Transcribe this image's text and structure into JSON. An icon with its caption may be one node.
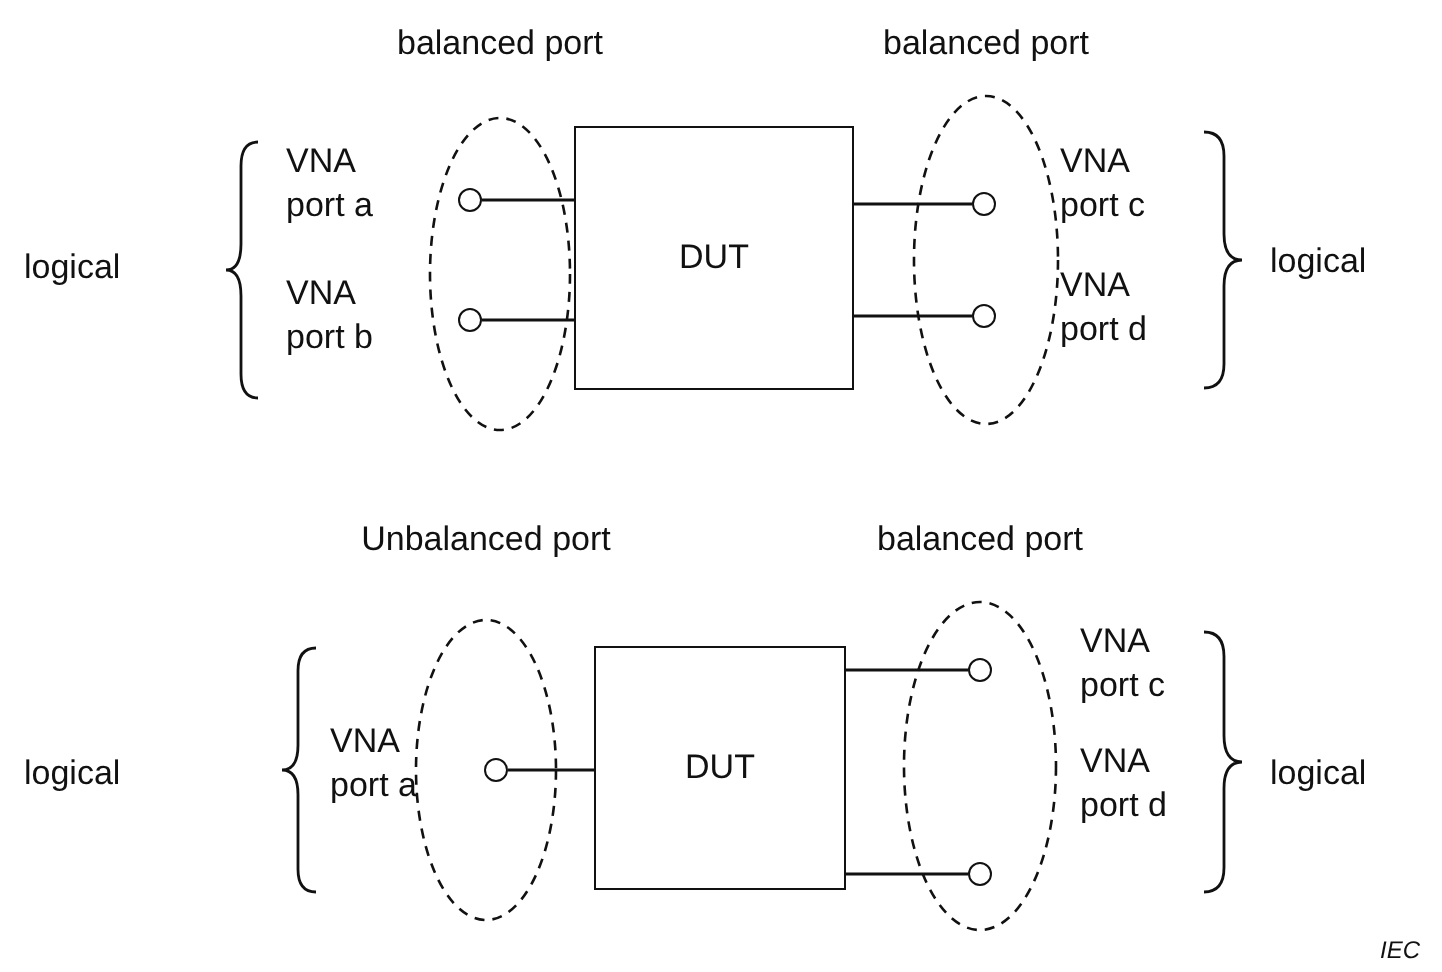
{
  "diagram": {
    "nodes": [
      {
        "text": [
          "balanced port"
        ]
      },
      {
        "text": [
          "balanced port"
        ]
      },
      {
        "text": [],
        "shape": "circle",
        "in": 0,
        "beside": [
          "VNA port a"
        ]
      },
      {
        "text": [
          "DUT"
        ]
      },
      {
        "text": [],
        "shape": "circle",
        "in": 1,
        "beside": [
          "VNA port c"
        ]
      },
      {
        "text": [],
        "shape": "circle",
        "in": 0,
        "beside": [
          "VNA port b"
        ]
      },
      {
        "text": [],
        "shape": "circle",
        "in": 1,
        "beside": [
          "VNA port d"
        ]
      },
      {
        "text": [
          "Unbalanced port"
        ]
      },
      {
        "text": [
          "balanced port"
        ]
      },
      {
        "text": [
          "DUT"
        ]
      },
      {
        "text": [],
        "shape": "circle",
        "in": 8,
        "beside": [
          "VNA port c"
        ]
      },
      {
        "text": [],
        "shape": "circle",
        "in": 7,
        "beside": [
          "VNA port a"
        ]
      },
      {
        "text": [],
        "shape": "circle",
        "in": 8,
        "beside": [
          "VNA port d"
        ]
      }
    ],
    "edges": [
      {
        "from": 2,
        "to": 3,
        "arrow": "none"
      },
      {
        "from": 5,
        "to": 3,
        "arrow": "none"
      },
      {
        "from": 3,
        "to": 4,
        "arrow": "none"
      },
      {
        "from": 3,
        "to": 6,
        "arrow": "none"
      },
      {
        "from": 11,
        "to": 9,
        "arrow": "none"
      },
      {
        "from": 9,
        "to": 10,
        "arrow": "none"
      },
      {
        "from": 9,
        "to": 12,
        "arrow": "none"
      }
    ],
    "labels": [
      "logical",
      "logical",
      "logical",
      "logical",
      "IEC"
    ]
  }
}
